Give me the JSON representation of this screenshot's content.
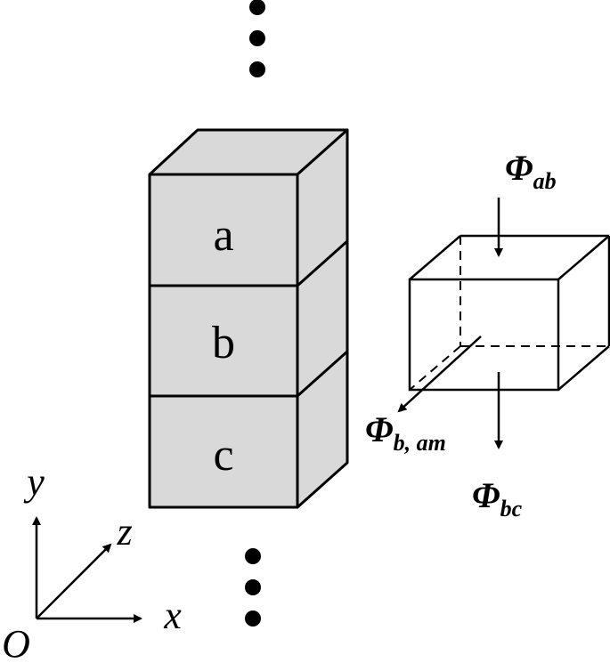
{
  "stack": {
    "blocks": [
      {
        "label": "a"
      },
      {
        "label": "b"
      },
      {
        "label": "c"
      }
    ],
    "fill_color": "#d9d9d9",
    "stroke_color": "#000000"
  },
  "axes": {
    "origin_label": "O",
    "x_label": "x",
    "y_label": "y",
    "z_label": "z"
  },
  "fluxes": {
    "ab": {
      "symbol": "Φ",
      "subscript": "ab"
    },
    "bc": {
      "symbol": "Φ",
      "subscript": "bc"
    },
    "b_am": {
      "symbol": "Φ",
      "subscript": "b, am"
    }
  }
}
